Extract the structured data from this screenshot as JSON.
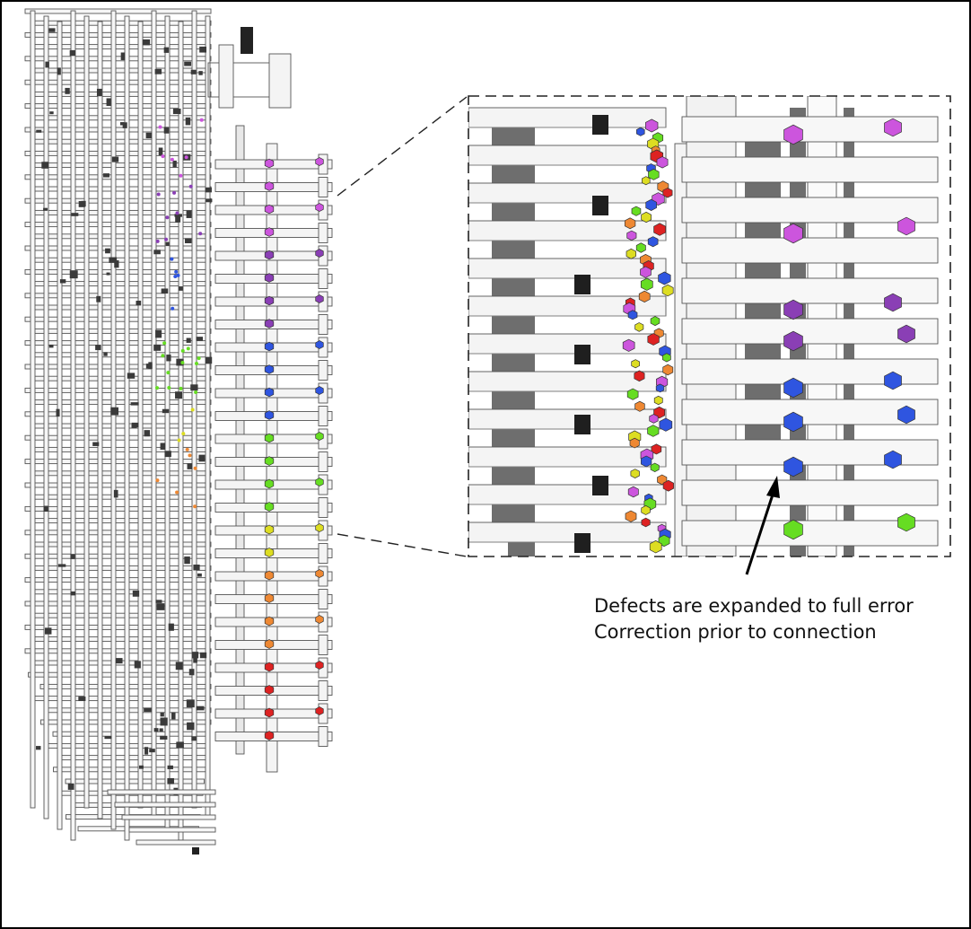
{
  "figure": {
    "annotation": {
      "line1": "Defects are expanded to full error",
      "line2": "Correction prior to connection"
    }
  },
  "colors": {
    "border": "#000000",
    "tube_fill": "#f2f2f2",
    "tube_edge": "#555555",
    "shadow": "#6e6e6e",
    "magenta": "#cc55dd",
    "purple": "#8a3fb5",
    "blue": "#2f55e0",
    "green": "#66dd22",
    "yellow": "#dddd22",
    "orange": "#ee8833",
    "red": "#dd2222",
    "black_block": "#222222"
  },
  "defect_sequence": [
    "magenta",
    "magenta",
    "purple",
    "purple",
    "blue",
    "blue",
    "green",
    "green",
    "yellow",
    "orange",
    "orange",
    "red",
    "red"
  ]
}
